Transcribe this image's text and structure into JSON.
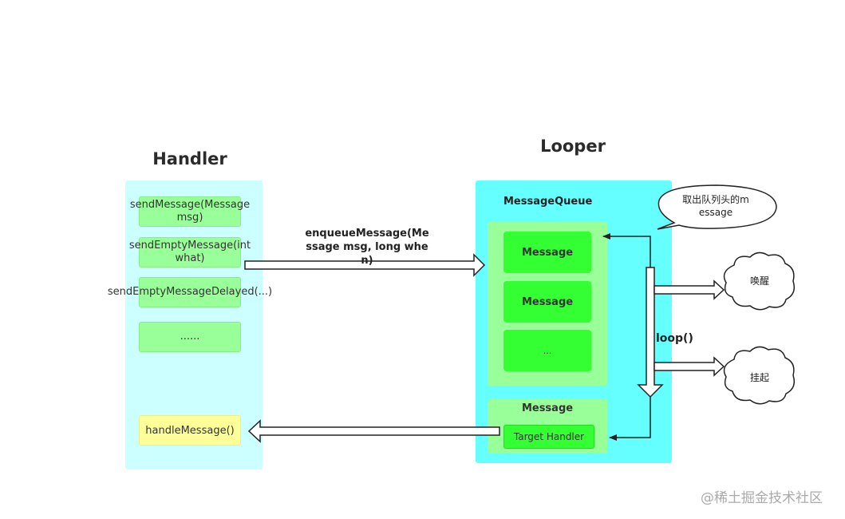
{
  "handler": {
    "title": "Handler",
    "methods": [
      "sendMessage(Message msg)",
      "sendEmptyMessage(int what)",
      "sendEmptyMessageDelayed(...)",
      "......"
    ],
    "handle_message": "handleMessage()"
  },
  "looper": {
    "title": "Looper",
    "queue_label": "MessageQueue",
    "queue_messages": [
      "Message",
      "Message",
      "..."
    ],
    "dispatched_message": "Message",
    "target_handler": "Target Handler",
    "loop_label": "loop()"
  },
  "edges": {
    "enqueue_label": "enqueueMessage(Message msg, long when)"
  },
  "callouts": {
    "dequeue_head": "取出队列头的message",
    "wake": "唤醒",
    "suspend": "挂起"
  },
  "watermark": "@稀土掘金技术社区",
  "colors": {
    "handler_panel": "#ccffff",
    "looper_panel": "#66ffff",
    "method_box": "#99ff99",
    "message_box": "#33ff33",
    "handle_message_box": "#ffff99"
  }
}
